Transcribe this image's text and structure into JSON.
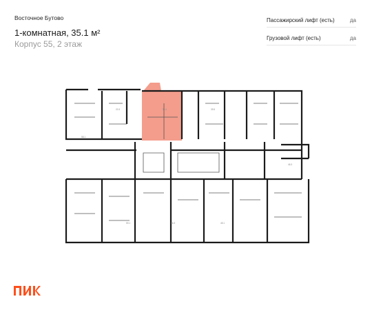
{
  "header": {
    "project": "Восточное Бутово",
    "title": "1-комнатная, 35.1 м²",
    "subtitle": "Корпус 55, 2 этаж"
  },
  "features": [
    {
      "label": "Пассажирский лифт (есть)",
      "value": "да"
    },
    {
      "label": "Грузовой лифт (есть)",
      "value": "да"
    }
  ],
  "colors": {
    "highlight": "#f28c78",
    "walls": "#1a1a1a",
    "brand": "#ff4e1a"
  },
  "brand": {
    "name": "ПИК"
  }
}
